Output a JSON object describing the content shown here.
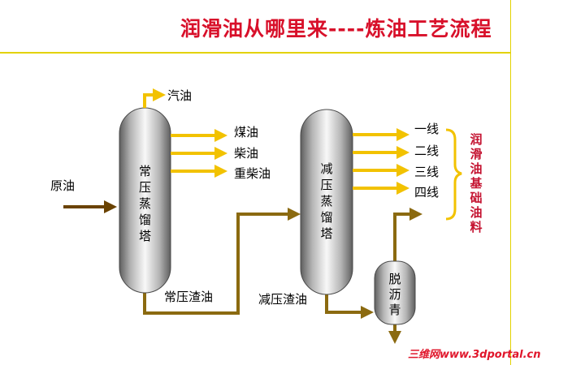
{
  "title": "润滑油从哪里来----炼油工艺流程",
  "nodes": {
    "crude_oil": "原油",
    "atmospheric_tower": [
      "常",
      "压",
      "蒸",
      "馏",
      "塔"
    ],
    "vacuum_tower": [
      "减",
      "压",
      "蒸",
      "馏",
      "塔"
    ],
    "deasphalting": [
      "脱",
      "沥",
      "青"
    ]
  },
  "atmospheric_products": {
    "gasoline": "汽油",
    "kerosene": "煤油",
    "diesel": "柴油",
    "heavy_diesel": "重柴油",
    "residue": "常压渣油"
  },
  "vacuum_products": {
    "line_1": "一线",
    "line_2": "二线",
    "line_3": "三线",
    "line_4": "四线",
    "residue": "减压渣油"
  },
  "base_oil_label": [
    "润",
    "滑",
    "油",
    "基",
    "础",
    "油",
    "料"
  ],
  "watermark": "三维网www.3dportal.cn",
  "colors": {
    "title": "#d8102a",
    "rule": "#e3d200",
    "product_arrow": "#f2c200",
    "residue_arrow": "#8b6a10",
    "crude_arrow": "#6a4200",
    "brace": "#f2c200",
    "base_oil": "#c41230"
  }
}
